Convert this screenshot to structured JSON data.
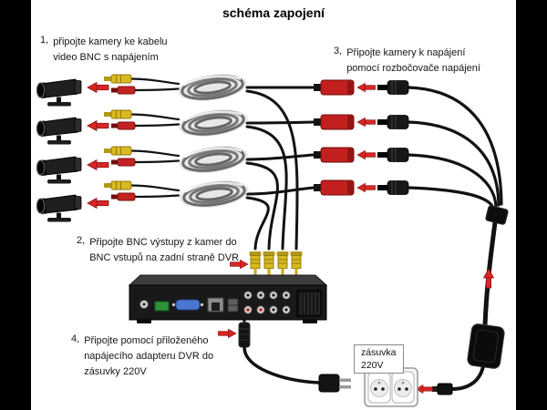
{
  "title": "schéma zapojení",
  "steps": {
    "s1": {
      "num": "1,",
      "l1": "připojte kamery ke kabelu",
      "l2": "video BNC s napájením"
    },
    "s2": {
      "num": "2,",
      "l1": "Připojte BNC výstupy z kamer do",
      "l2": "BNC vstupů na zadní straně DVR"
    },
    "s3": {
      "num": "3,",
      "l1": "Připojte kamery k napájení",
      "l2": "pomocí rozbočovače napájení"
    },
    "s4": {
      "num": "4,",
      "l1": "Připojte pomocí přiloženého",
      "l2": "napájecího adapteru DVR do",
      "l3": "zásuvky 220V"
    }
  },
  "outlet_label": {
    "l1": "zásuvka",
    "l2": "220V"
  },
  "colors": {
    "background": "#ffffff",
    "letterbox": "#000000",
    "arrow_red": "#d92525",
    "bnc_yellow": "#d9b91f",
    "power_red": "#c41f1f",
    "cable_black": "#121212",
    "vga_blue": "#4a77cf",
    "terminal_green": "#2f8f3a"
  }
}
